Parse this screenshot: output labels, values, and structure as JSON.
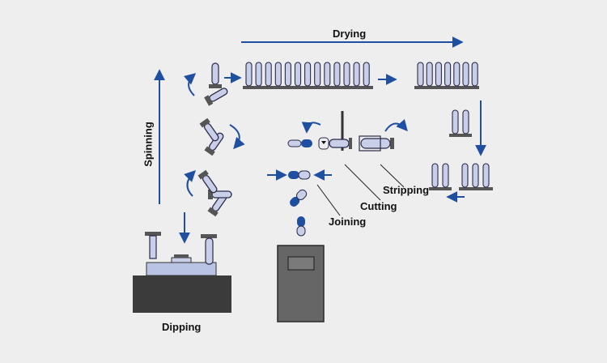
{
  "labels": {
    "drying": "Drying",
    "spinning": "Spinning",
    "stripping": "Stripping",
    "cutting": "Cutting",
    "joining": "Joining",
    "dipping": "Dipping"
  },
  "colors": {
    "background": "#eeeeee",
    "arrow": "#1f4fa0",
    "pin_fill": "#c9cfe8",
    "pin_cap": "#555555",
    "bath_base": "#3b3b3b",
    "bath_top": "#b9c3e3",
    "machine": "#666666",
    "capsule_blue": "#1f4fa0"
  },
  "icons": [
    "curved-arrow-icon",
    "straight-arrow-icon",
    "mold-pin-icon",
    "capsule-icon",
    "blade-icon"
  ]
}
